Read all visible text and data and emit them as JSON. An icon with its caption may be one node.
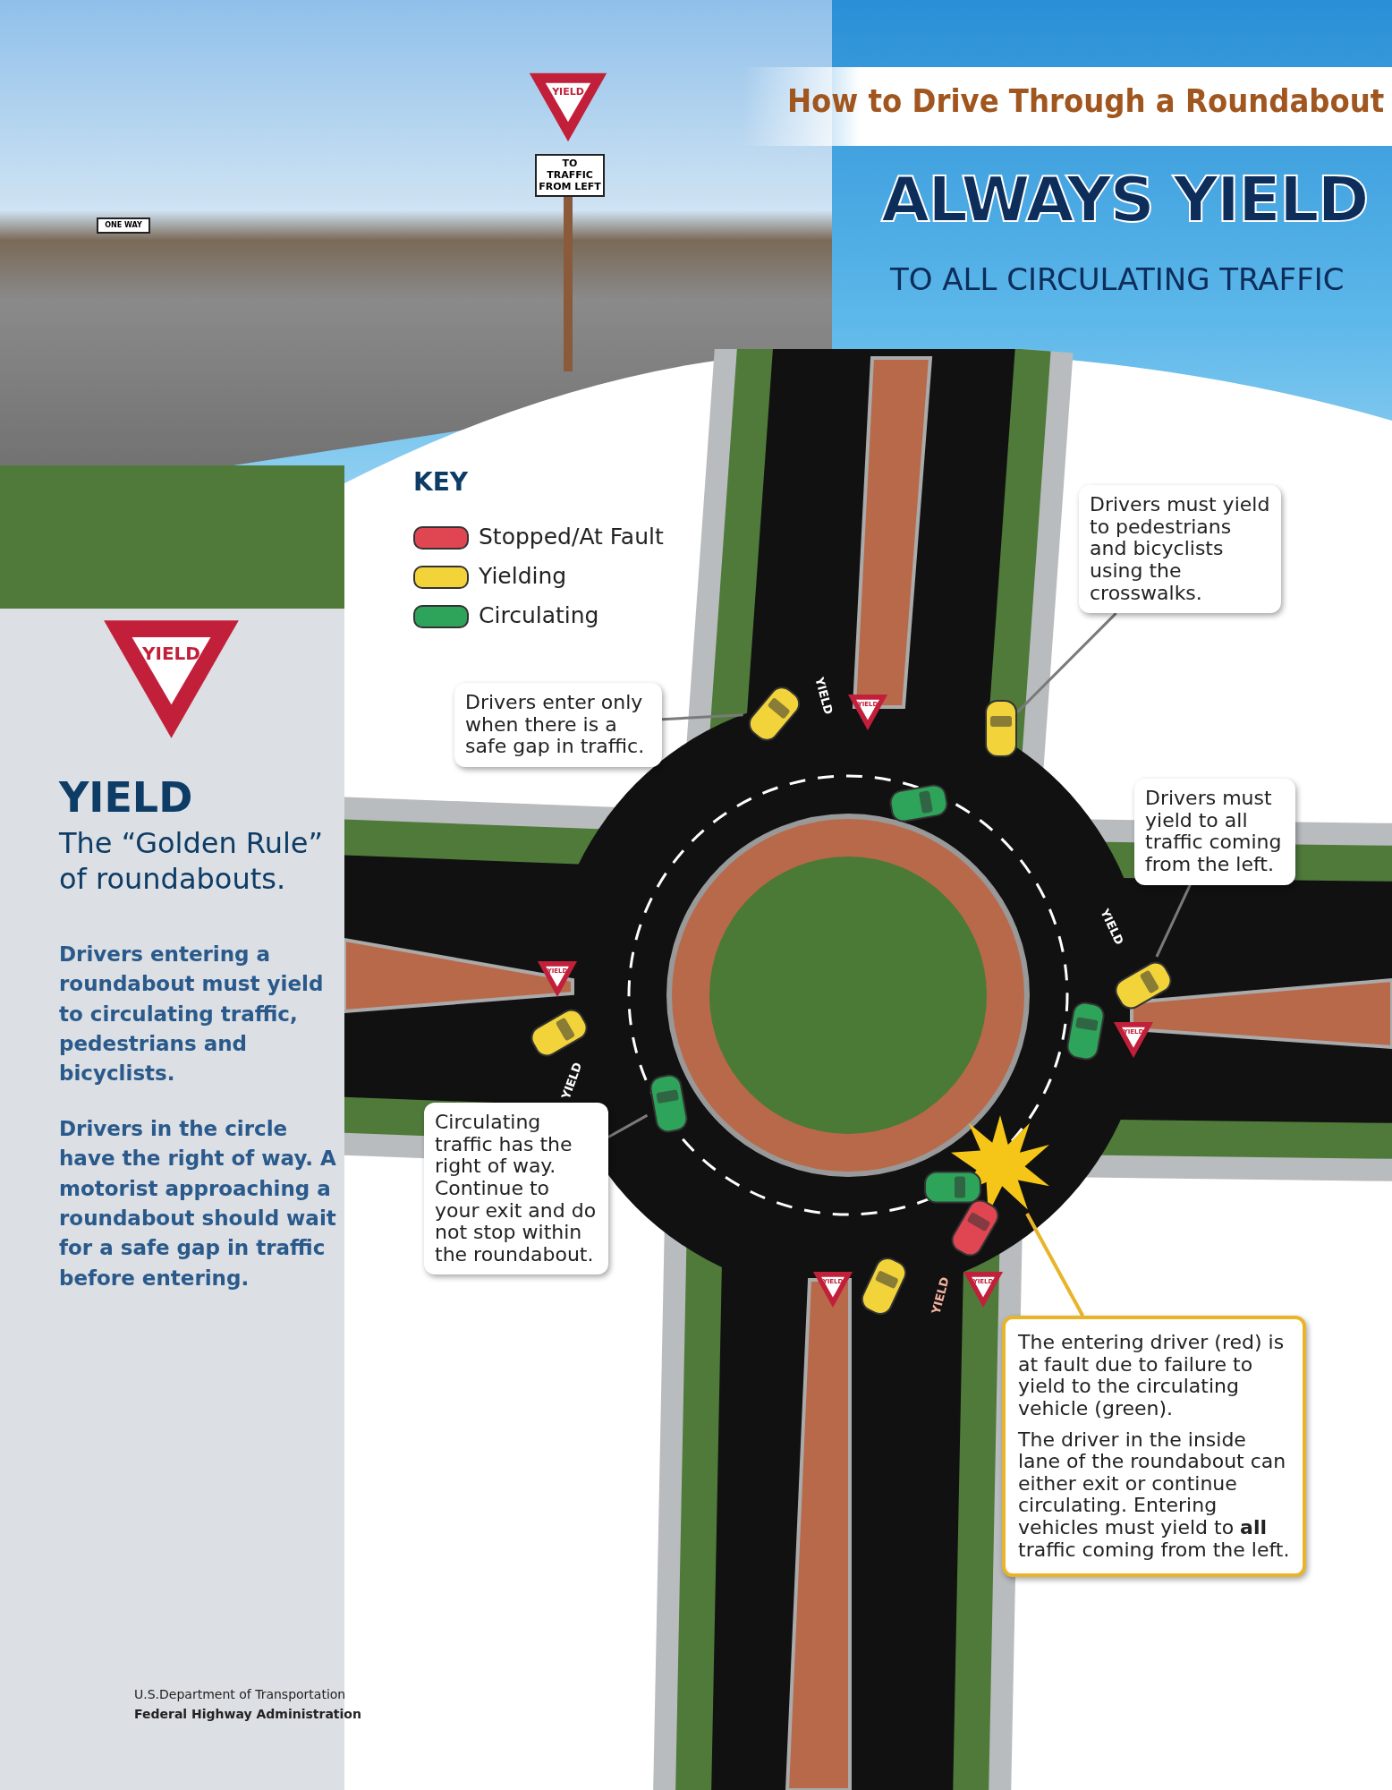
{
  "diagram": {
    "title": "How to Drive Through a Roundabout",
    "nodes": [
      {
        "text": [
          "Drivers enter only when there is a safe gap in traffic."
        ]
      },
      {
        "text": [],
        "shape": "car"
      },
      {
        "text": [
          "Drivers must yield to pedestrians and bicyclists using the crosswalks."
        ]
      },
      {
        "text": [],
        "shape": "car"
      },
      {
        "text": [
          "Drivers must yield to all traffic coming from the left."
        ]
      },
      {
        "text": [],
        "shape": "car"
      },
      {
        "text": [
          "Circulating traffic has the right of way. Continue to your exit and do not stop within the roundabout."
        ]
      },
      {
        "text": [],
        "shape": "car"
      },
      {
        "text": [
          "The entering driver (red) is at fault due to failure to yield to the circulating vehicle (green).",
          "The driver in the inside lane of the roundabout can either exit or continue circulating. Entering vehicles must yield to **all** traffic coming from the left."
        ]
      },
      {
        "text": [],
        "shape": "star"
      }
    ],
    "edges": [
      {
        "from": 0,
        "to": 1,
        "arrow": "none"
      },
      {
        "from": 2,
        "to": 3,
        "arrow": "none"
      },
      {
        "from": 4,
        "to": 5,
        "arrow": "none"
      },
      {
        "from": 6,
        "to": 7,
        "arrow": "none"
      },
      {
        "from": 8,
        "to": 9,
        "arrow": "none",
        "color": "#e8b52a"
      }
    ],
    "labels": [
      "ALWAYS YIELD",
      "TO ALL CIRCULATING TRAFFIC",
      "YIELD",
      "TO TRAFFIC FROM LEFT",
      "ONE WAY",
      "KEY",
      "YIELD",
      "YIELD",
      "YIELD",
      "YIELD",
      "The “Golden Rule” of roundabouts.",
      "Drivers entering a roundabout must yield to circulating traffic, pedestrians and bicyclists.",
      "Drivers in the circle have the right of way. A motorist approaching a roundabout should wait for a safe gap in traffic before entering.",
      "YIELD",
      "YIELD",
      "YIELD",
      "YIELD",
      "YIELD",
      "YIELD",
      "YIELD",
      "U.S.Department of Transportation",
      "Federal Highway Administration"
    ],
    "legend": [
      {
        "text": "Stopped/At Fault",
        "color": "#e04552"
      },
      {
        "text": "Yielding",
        "color": "#f2d43a"
      },
      {
        "text": "Circulating",
        "color": "#2ea35a"
      }
    ]
  }
}
